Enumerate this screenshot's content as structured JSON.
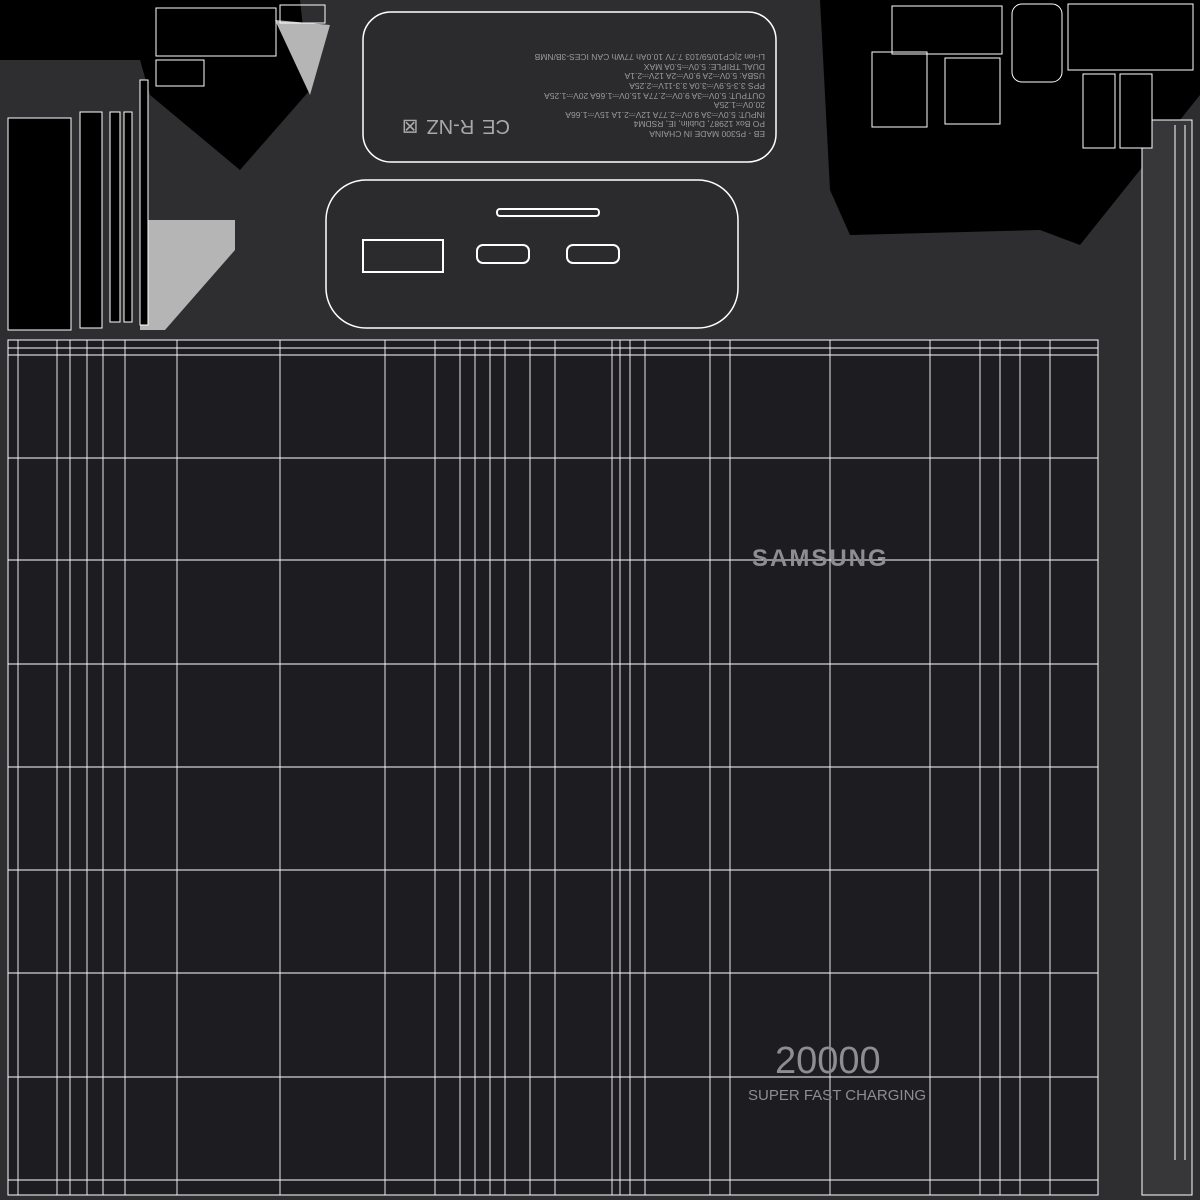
{
  "texture": {
    "label_lines": [
      "EB - P5300     MADE IN CHAINA",
      "PO Box 12987, Dublin, IE, RSDM4",
      "INPUT: 5.0V⎓3A 9.0V⎓2.77A 12V⎓2.1A 15V⎓1.66A",
      "20.0V⎓1.25A",
      "OUTPUT: 5.0V⎓3A 9.0V⎓2.77A 15.0V⎓1.66A 20V⎓1.25A",
      "PPS 3.3-5.9V⎓3.0A 3.3-11V⎓2.25A",
      "USBA: 5.0V⎓2A 9.0V⎓2A 12V⎓2.1A",
      "DUAL TRIPLE: 5.0V⎓5.0A MAX",
      "Li-ion 2|CP10/59/103 7.7V 10.0Ah 77Wh CAN ICES-3B/NMB"
    ],
    "marks": {
      "ce": "CE",
      "rcm": "R-NZ"
    },
    "brand": "SAMSUNG",
    "capacity": "20000",
    "tagline": "SUPER FAST CHARGING"
  }
}
